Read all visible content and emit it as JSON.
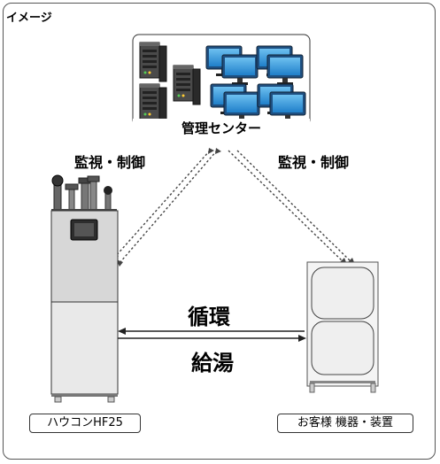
{
  "corner_label": "イメージ",
  "center": {
    "label": "管理センター"
  },
  "monitor_left": "監視・制御",
  "monitor_right": "監視・制御",
  "flow": {
    "circulation": "循環",
    "supply": "給湯"
  },
  "captions": {
    "left": "ハウコンHF25",
    "right": "お客様 機器・装置"
  },
  "colors": {
    "monitor_screen": "#1f7fc9",
    "frame": "#555555",
    "unit_fill": "#d7d7d7",
    "tank_fill": "#efefef"
  }
}
